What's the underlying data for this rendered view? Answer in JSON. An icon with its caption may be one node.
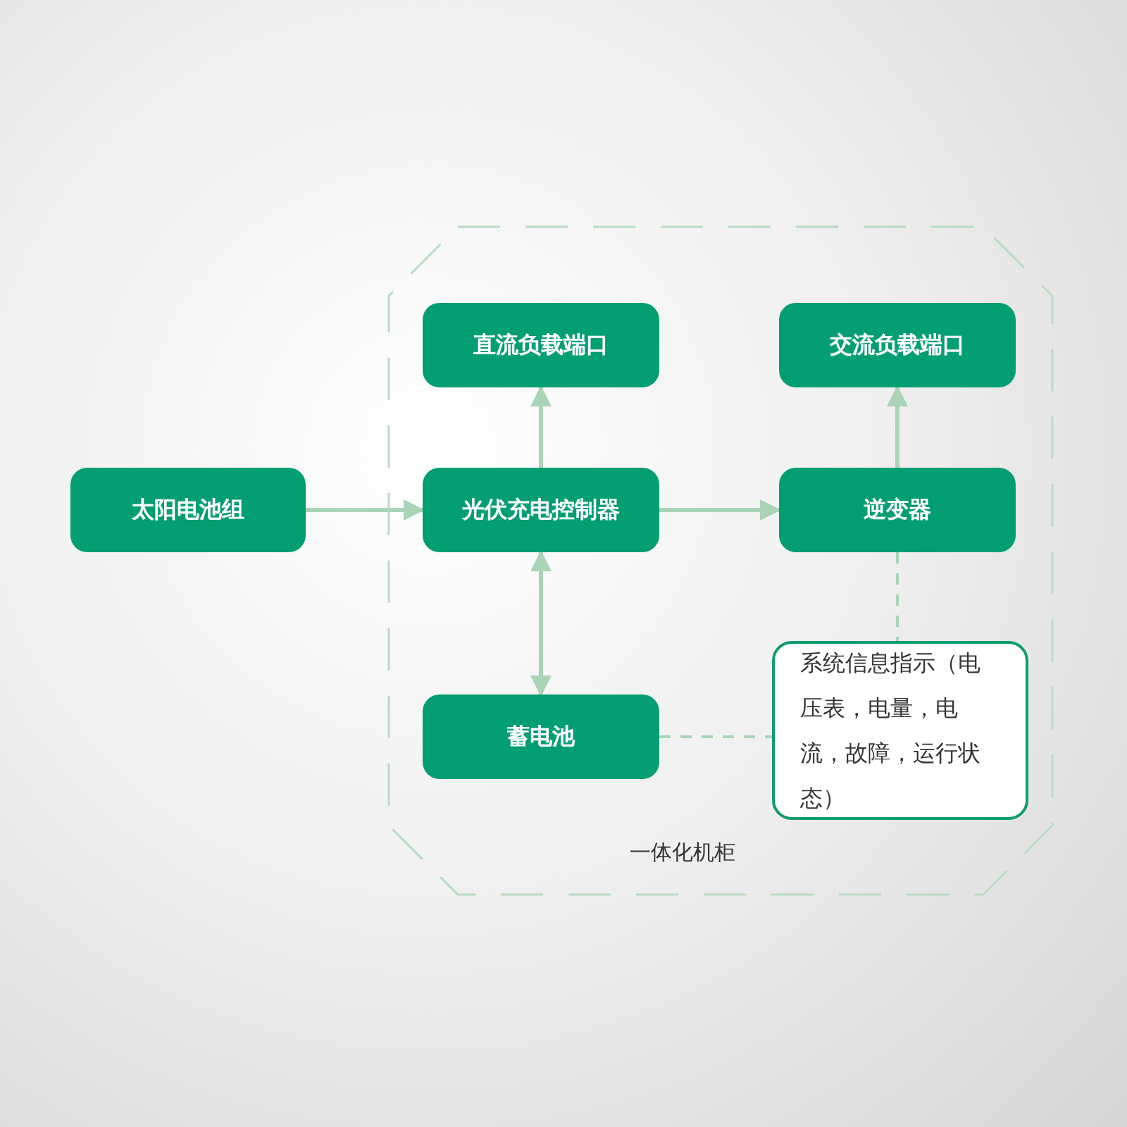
{
  "diagram": {
    "nodes": [
      {
        "text": [
          "一体化机柜"
        ]
      },
      {
        "text": [
          "直流负载端口"
        ],
        "in": 0
      },
      {
        "text": [
          "交流负载端口"
        ],
        "in": 0
      },
      {
        "text": [
          "太阳电池组"
        ]
      },
      {
        "text": [
          "光伏充电控制器"
        ],
        "in": 0
      },
      {
        "text": [
          "逆变器"
        ],
        "in": 0
      },
      {
        "text": [
          "蓄电池"
        ],
        "in": 0
      },
      {
        "text": [
          "系统信息指示（电压表，电量，电流，故障，运行状态）"
        ],
        "in": 0
      }
    ],
    "edges": [
      {
        "from": 3,
        "to": 4,
        "arrow": "to"
      },
      {
        "from": 4,
        "to": 1,
        "arrow": "to"
      },
      {
        "from": 4,
        "to": 5,
        "arrow": "to"
      },
      {
        "from": 4,
        "to": 6,
        "arrow": "both"
      },
      {
        "from": 5,
        "to": 2,
        "arrow": "to"
      },
      {
        "from": 5,
        "to": 7,
        "arrow": "none",
        "style": "dashed"
      },
      {
        "from": 6,
        "to": 7,
        "arrow": "none",
        "style": "dashed"
      }
    ]
  }
}
